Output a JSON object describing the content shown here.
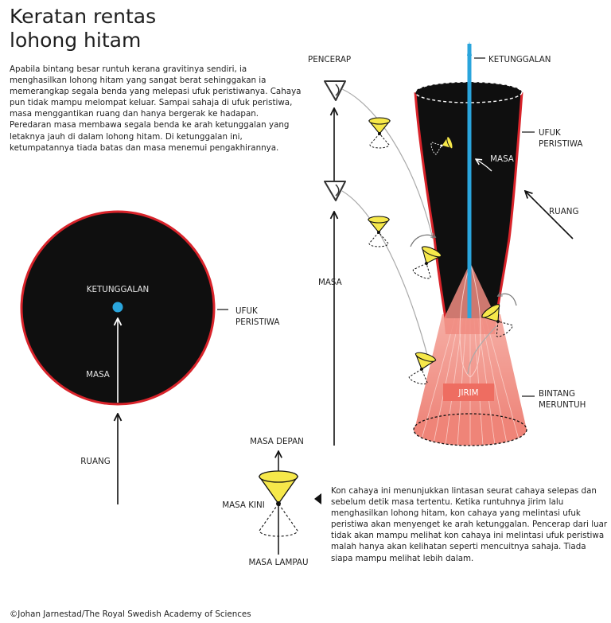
{
  "title": {
    "line1": "Keratan rentas",
    "line2": "lohong hitam"
  },
  "intro_text": "Apabila bintang besar runtuh kerana gravitinya sendiri, ia menghasilkan lohong hitam yang sangat berat sehinggakan ia memerangkap segala benda yang melepasi ufuk peristiwanya. Cahaya pun tidak mampu melompat keluar. Sampai sahaja di ufuk peristiwa, masa menggantikan ruang dan hanya bergerak ke hadapan. Peredaran masa membawa segala benda ke arah ketunggalan yang letaknya jauh di dalam lohong hitam. Di ketunggalan ini, ketumpatannya tiada batas dan masa menemui pengakhirannya.",
  "left_diagram": {
    "singularity_label": "KETUNGGALAN",
    "time_label": "MASA",
    "space_label": "RUANG",
    "horizon_label_1": "UFUK",
    "horizon_label_2": "PERISTIWA"
  },
  "right_diagram": {
    "observer_label": "PENCERAP",
    "singularity_label": "KETUNGGALAN",
    "horizon_label_1": "UFUK",
    "horizon_label_2": "PERISTIWA",
    "time_inside_label": "MASA",
    "space_label": "RUANG",
    "time_axis_label": "MASA",
    "matter_label": "JIRIM",
    "collapsing_star_label_1": "BINTANG",
    "collapsing_star_label_2": "MERUNTUH"
  },
  "legend": {
    "future_label": "MASA DEPAN",
    "present_label": "MASA KINI",
    "past_label": "MASA LAMPAU"
  },
  "caption_text": "Kon cahaya ini menunjukkan lintasan seurat cahaya selepas dan sebelum detik masa tertentu. Ketika runtuhnya jirim lalu menghasilkan lohong hitam, kon cahaya yang melintasi ufuk peristiwa akan menyenget ke arah ketunggalan. Pencerap dari luar tidak akan mampu melihat kon cahaya ini melintasi ufuk peristiwa malah hanya akan kelihatan seperti mencuitnya sahaja. Tiada siapa mampu melihat lebih dalam.",
  "credit": "©Johan Jarnestad/The Royal Swedish Academy of Sciences",
  "colors": {
    "black_hole": "#0f0f0f",
    "horizon_outline": "#d8232a",
    "singularity": "#2aa5dc",
    "light_cone": "#f6e84a",
    "collapsing_matter": "#f08b80",
    "matter_label_box": "#ee6d61"
  }
}
